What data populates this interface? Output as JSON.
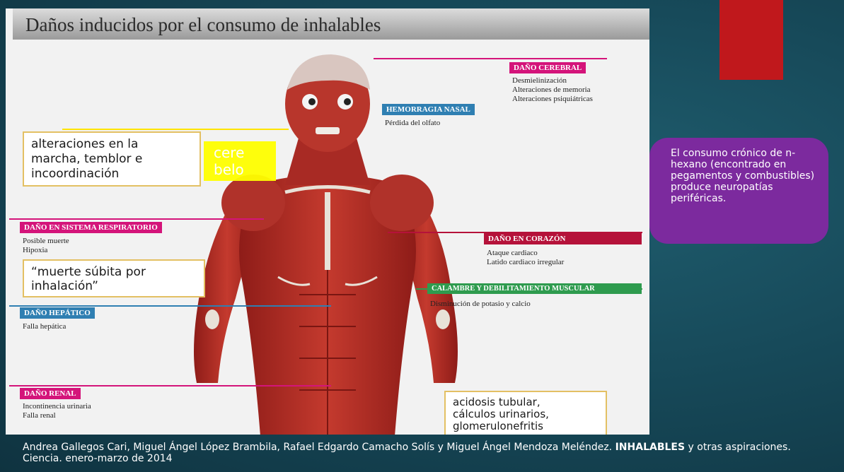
{
  "slide": {
    "title": "Daños inducidos por el consumo de inhalables",
    "labels": {
      "brain": {
        "label": "DAÑO CEREBRAL",
        "lines": [
          "Desmielinización",
          "Alteraciones de memoria",
          "Alteraciones psiquiátricas"
        ]
      },
      "nasal": {
        "label": "HEMORRAGIA NASAL",
        "lines": [
          "Pérdida del olfato"
        ]
      },
      "respiratory": {
        "label": "DAÑO EN SISTEMA RESPIRATORIO",
        "lines": [
          "Posible muerte",
          "Hipoxia"
        ]
      },
      "heart": {
        "label": "DAÑO EN CORAZÓN",
        "lines": [
          "Ataque cardiaco",
          "Latido cardiaco irregular"
        ]
      },
      "muscle": {
        "label": "CALAMBRE Y DEBILITAMIENTO MUSCULAR",
        "lines": [
          "Disminución de potasio y calcio"
        ]
      },
      "liver": {
        "label": "DAÑO HEPÁTICO",
        "lines": [
          "Falla hepática"
        ]
      },
      "kidney": {
        "label": "DAÑO RENAL",
        "lines": [
          "Incontinencia urinaria",
          "Falla renal"
        ]
      }
    },
    "callouts": {
      "gait": [
        "alteraciones en la",
        "marcha, temblor e",
        "incoordinación"
      ],
      "cerebelo": [
        "cere",
        "belo"
      ],
      "sudden_death": [
        "“muerte súbita por",
        "inhalación”"
      ],
      "renal": [
        "acidosis tubular,",
        "cálculos urinarios,",
        "glomerulonefritis"
      ]
    },
    "purple_note": "El consumo crónico de n-hexano (encontrado en pegamentos y combustibles) produce neuropatías periféricas.",
    "citation": {
      "before": "Andrea Gallegos Cari, Miguel Ángel López Brambila, Rafael Edgardo Camacho Solís y Miguel Ángel Mendoza Meléndez. ",
      "bold": "INHALABLES",
      "after": " y otras aspiraciones. Ciencia. enero-marzo de 2014"
    }
  },
  "colors": {
    "pink": "#d4147a",
    "blue": "#2f7fb2",
    "crimson": "#b5123a",
    "green": "#2e9b4e",
    "purple": "#7c2a9e",
    "red_accent": "#c0181c",
    "muscle": "#b52a25"
  }
}
